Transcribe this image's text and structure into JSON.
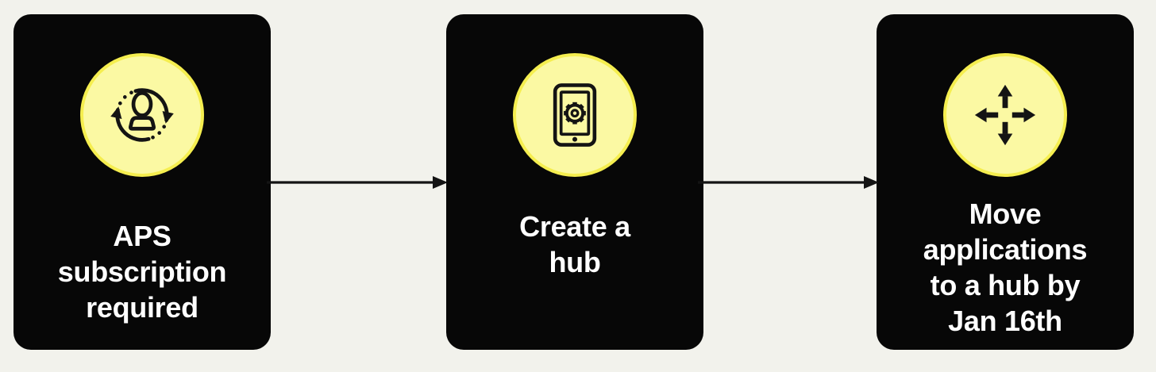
{
  "diagram": {
    "type": "process-flow",
    "steps": [
      {
        "name": "aps-subscription-required",
        "icon": "user-sync-icon",
        "label": "APS\nsubscription\nrequired"
      },
      {
        "name": "create-a-hub",
        "icon": "tablet-settings-icon",
        "label": "Create a\nhub"
      },
      {
        "name": "move-applications",
        "icon": "move-arrows-icon",
        "label": "Move\napplications\nto a hub by\nJan 16th"
      }
    ],
    "connectors": [
      {
        "from": "aps-subscription-required",
        "to": "create-a-hub",
        "style": "arrow-right"
      },
      {
        "from": "create-a-hub",
        "to": "move-applications",
        "style": "arrow-right"
      }
    ]
  },
  "colors": {
    "background": "#f2f2ec",
    "card": "#070707",
    "circle_fill": "#fbf9a3",
    "circle_border": "#f5ee4f",
    "icon": "#141414",
    "arrow": "#141414",
    "label_text": "#ffffff"
  }
}
